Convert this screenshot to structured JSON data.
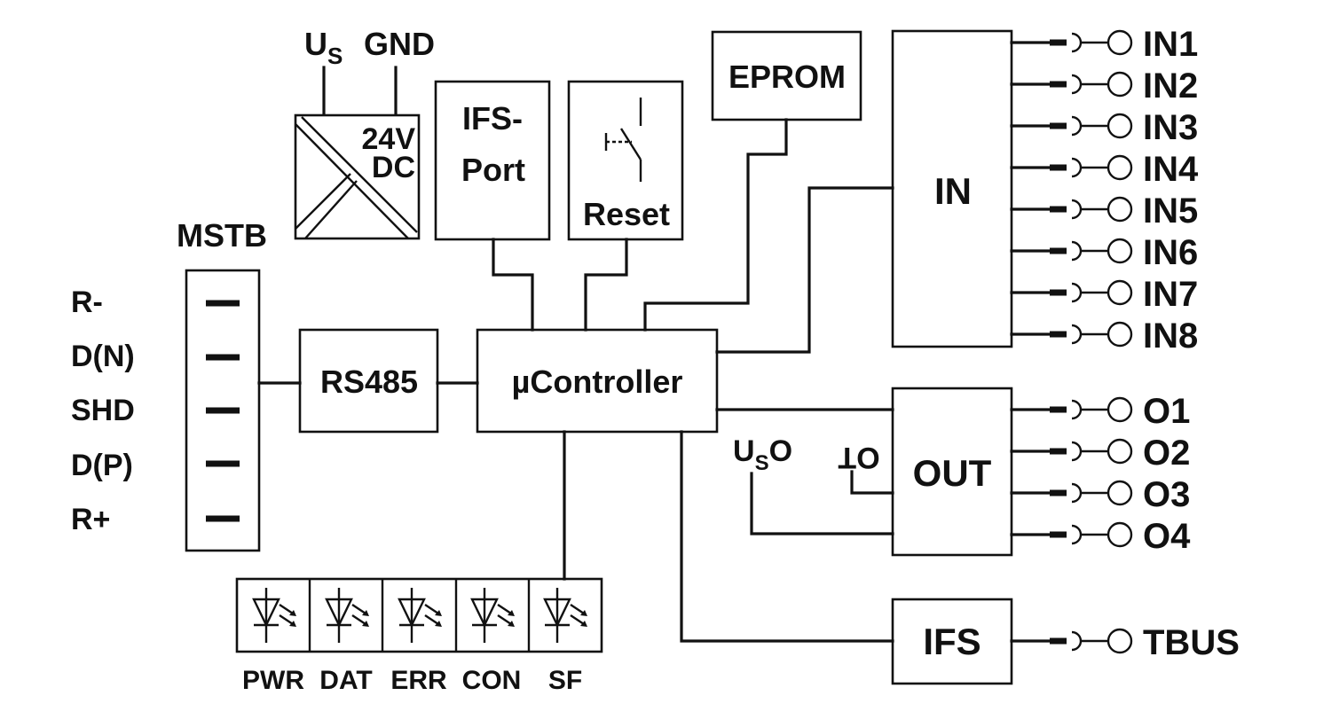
{
  "supply": {
    "us": "U",
    "us_sub": "S",
    "gnd": "GND",
    "converter_line1": "24V",
    "converter_line2": "DC"
  },
  "ifs_port": {
    "line1": "IFS-",
    "line2": "Port"
  },
  "reset": {
    "label": "Reset"
  },
  "eprom": {
    "label": "EPROM"
  },
  "mstb": {
    "label": "MSTB",
    "pins": [
      "R-",
      "D(N)",
      "SHD",
      "D(P)",
      "R+"
    ]
  },
  "rs485": {
    "label": "RS485"
  },
  "controller": {
    "label": "µController"
  },
  "in_block": {
    "label": "IN",
    "channels": [
      "IN1",
      "IN2",
      "IN3",
      "IN4",
      "IN5",
      "IN6",
      "IN7",
      "IN8"
    ]
  },
  "out_block": {
    "label": "OUT",
    "channels": [
      "O1",
      "O2",
      "O3",
      "O4"
    ],
    "uso_u": "U",
    "uso_sub": "S",
    "uso_o": "O",
    "zero_ot": "OT"
  },
  "ifs": {
    "label": "IFS",
    "bus": "TBUS"
  },
  "leds": [
    "PWR",
    "DAT",
    "ERR",
    "CON",
    "SF"
  ]
}
